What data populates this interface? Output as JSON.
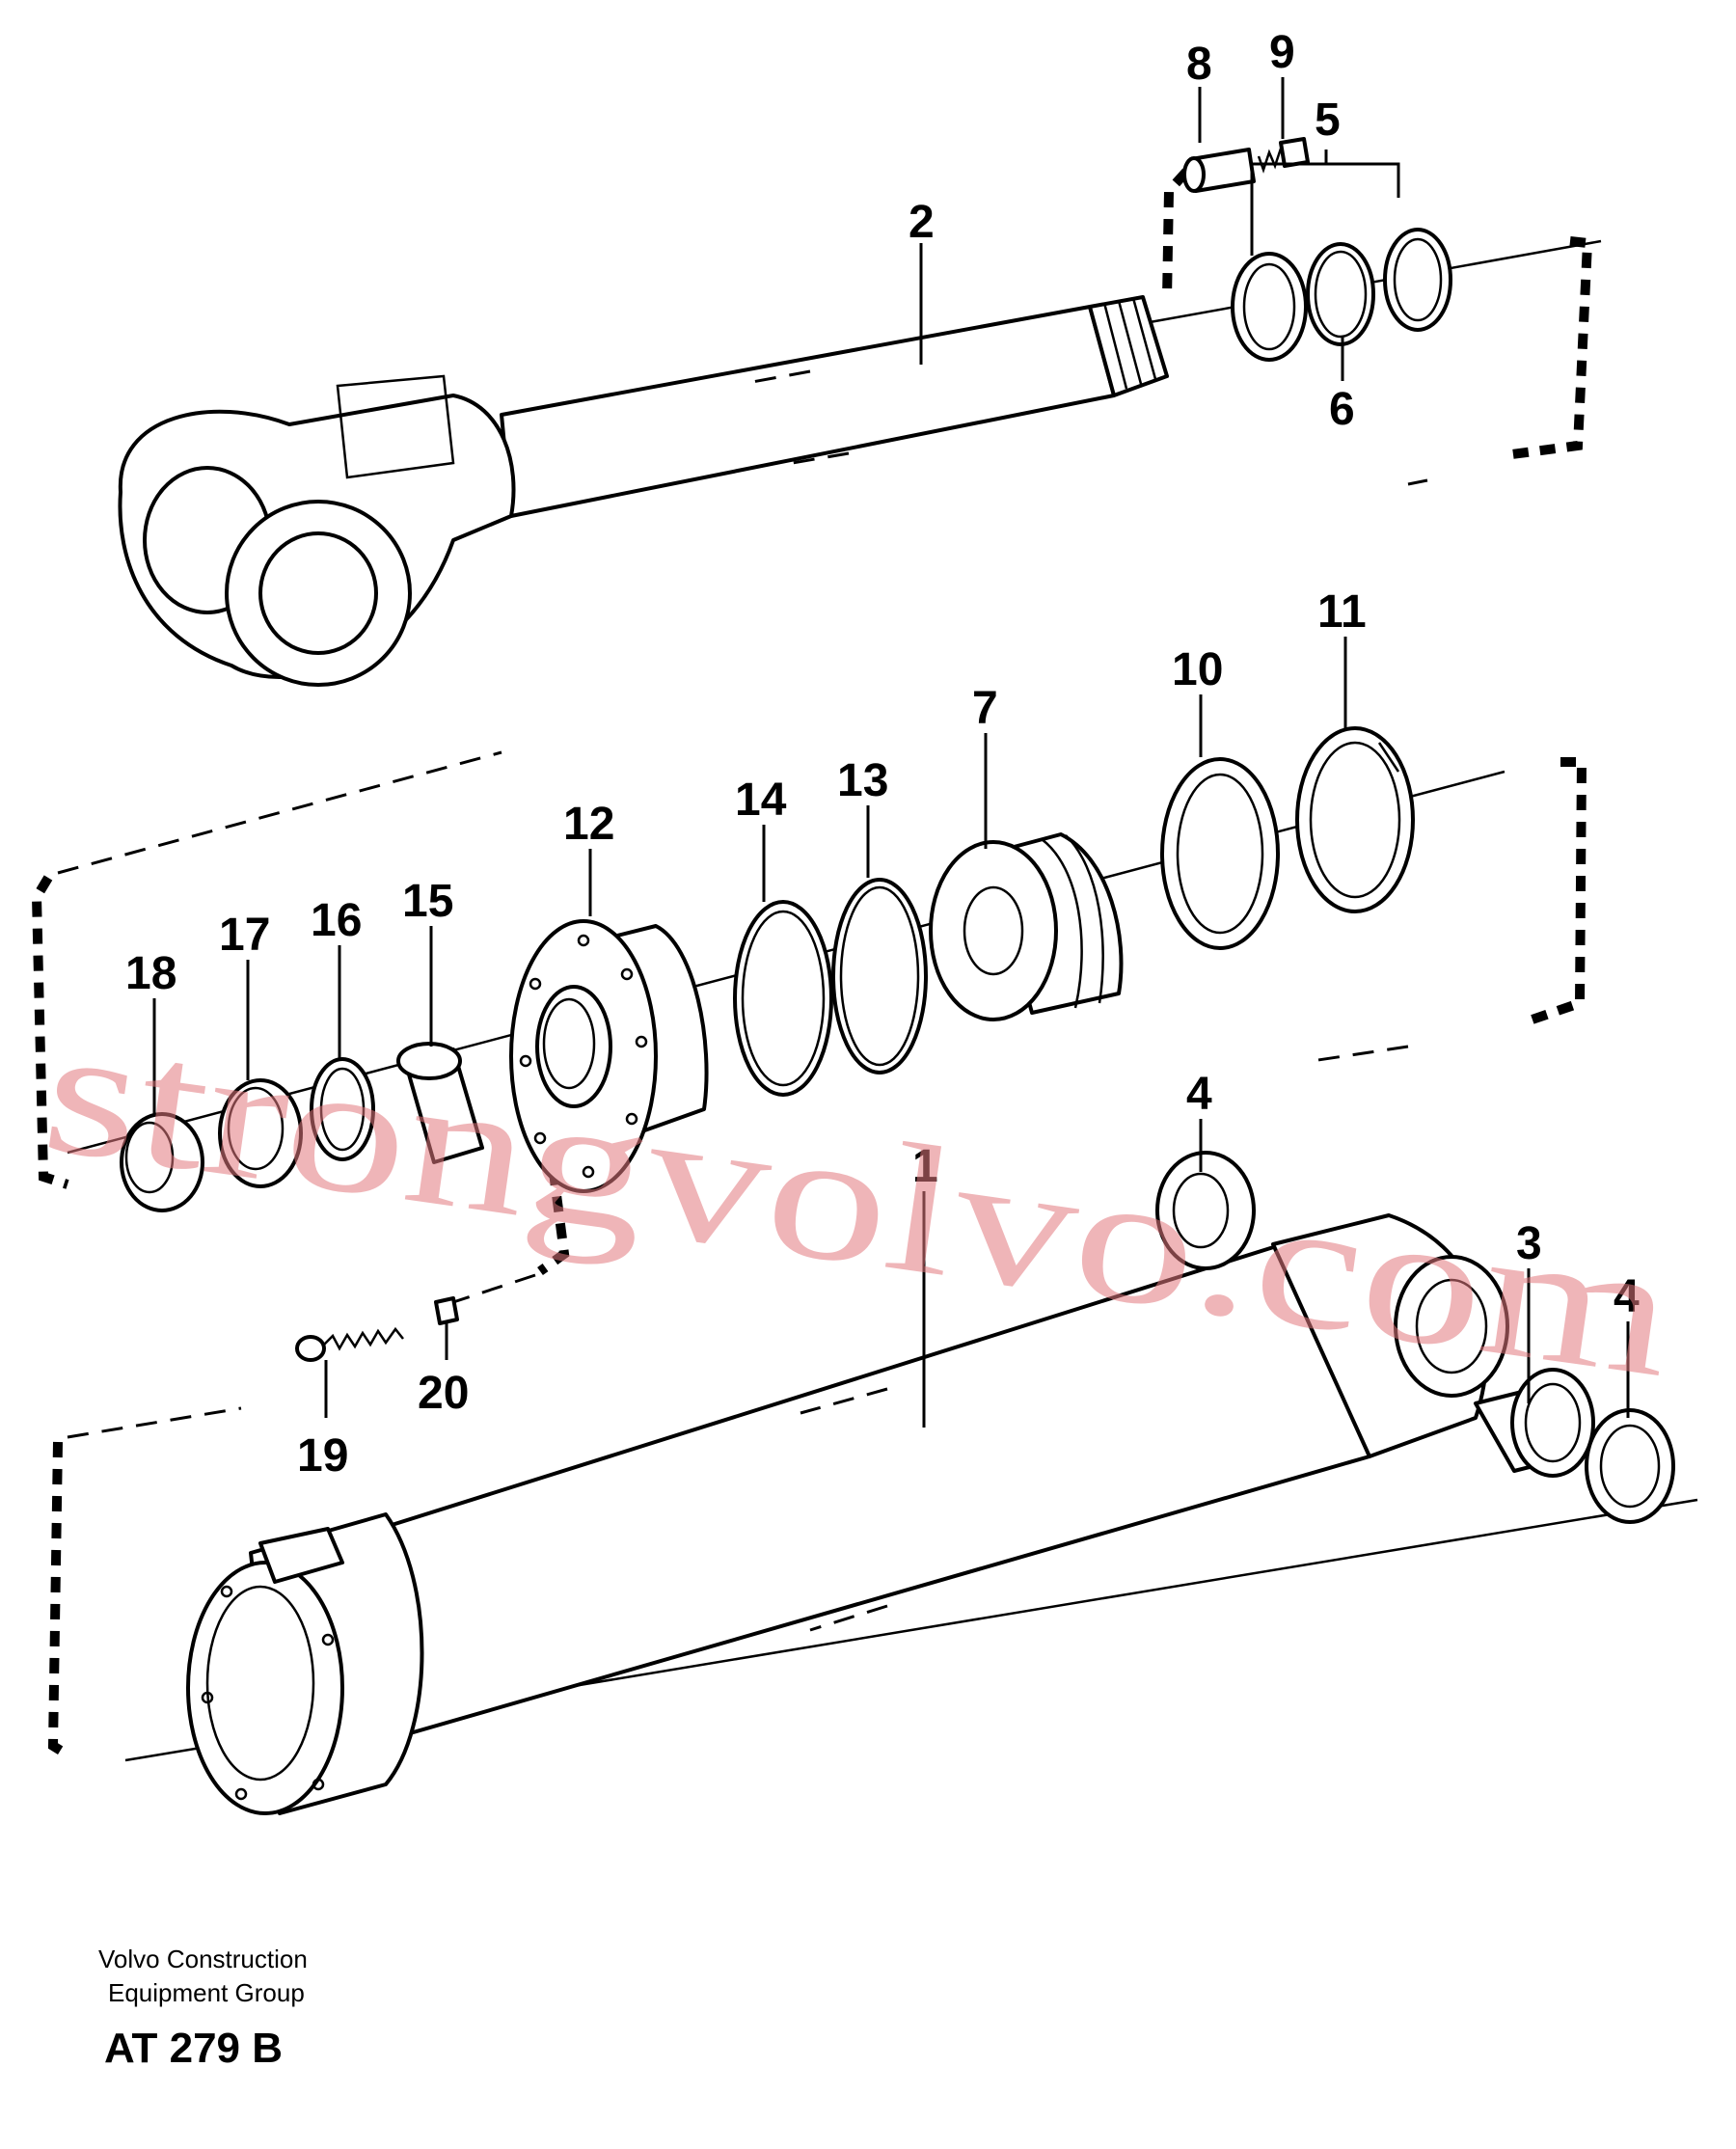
{
  "callouts": [
    {
      "label": "1"
    },
    {
      "label": "2"
    },
    {
      "label": "3"
    },
    {
      "label": "4"
    },
    {
      "label": "4"
    },
    {
      "label": "5"
    },
    {
      "label": "6"
    },
    {
      "label": "7"
    },
    {
      "label": "8"
    },
    {
      "label": "9"
    },
    {
      "label": "10"
    },
    {
      "label": "11"
    },
    {
      "label": "12"
    },
    {
      "label": "13"
    },
    {
      "label": "14"
    },
    {
      "label": "15"
    },
    {
      "label": "16"
    },
    {
      "label": "17"
    },
    {
      "label": "18"
    },
    {
      "label": "19"
    },
    {
      "label": "20"
    }
  ],
  "watermark": {
    "text": "strongvolvo.com",
    "color": "#e1787d"
  },
  "footer": {
    "line1": "Volvo Construction",
    "line2": "Equipment Group",
    "code": "AT 279 B"
  }
}
